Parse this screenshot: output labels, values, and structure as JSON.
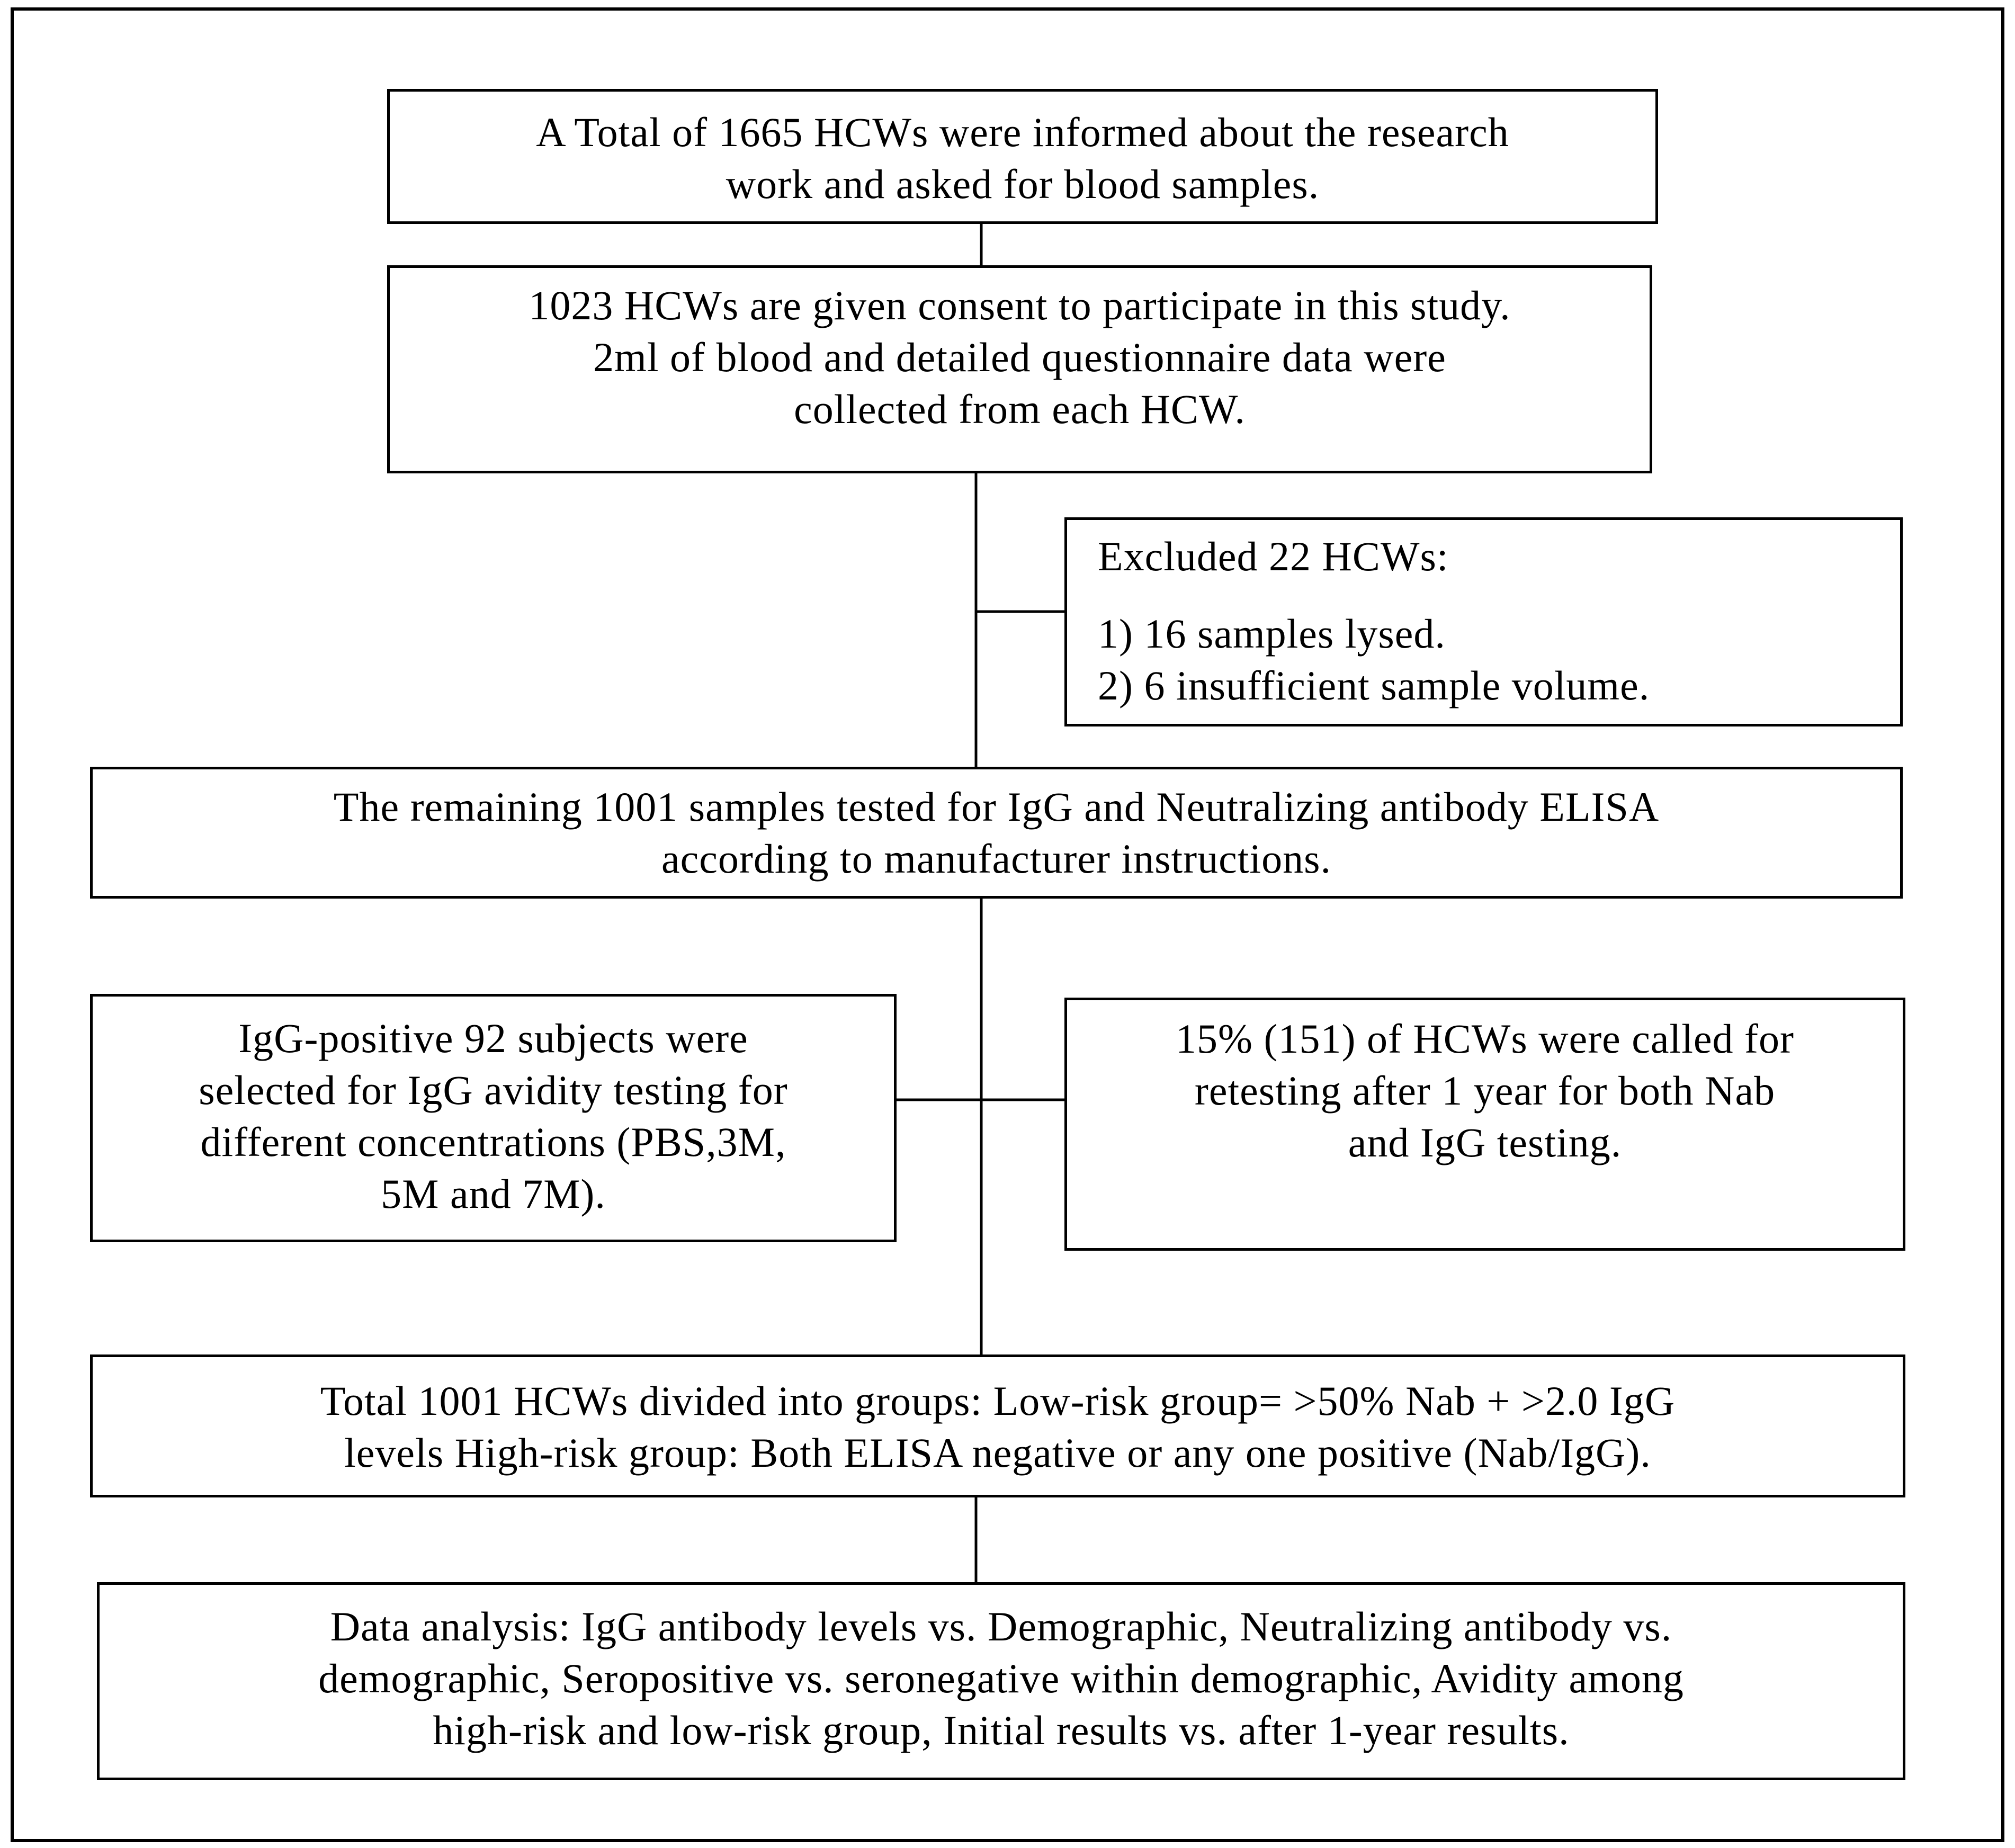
{
  "boxes": {
    "informed": {
      "lines": [
        "A Total of 1665 HCWs were informed about the research",
        "work and asked for blood samples."
      ]
    },
    "consent": {
      "lines": [
        "1023 HCWs are given consent to participate in this study.",
        "2ml of blood and detailed questionnaire data were",
        "collected from each HCW."
      ]
    },
    "excluded": {
      "lines": [
        "Excluded 22 HCWs:",
        "1) 16 samples lysed.",
        "2)  6 insufficient sample volume."
      ]
    },
    "remaining": {
      "lines": [
        "The remaining 1001 samples tested for IgG and Neutralizing antibody ELISA",
        "according to manufacturer instructions."
      ]
    },
    "avidity": {
      "lines": [
        "IgG-positive 92 subjects were",
        "selected for IgG avidity testing for",
        "different concentrations (PBS,3M,",
        "5M and 7M)."
      ]
    },
    "retesting": {
      "lines": [
        "15% (151) of HCWs were called for",
        "retesting after 1 year for both Nab",
        "and IgG testing."
      ]
    },
    "groups": {
      "lines": [
        "Total 1001 HCWs divided into groups: Low-risk group= >50% Nab + >2.0 IgG",
        "levels High-risk group: Both ELISA negative or any one positive (Nab/IgG)."
      ]
    },
    "analysis": {
      "lines": [
        "Data analysis: IgG antibody levels vs. Demographic, Neutralizing antibody vs.",
        "demographic, Seropositive vs. seronegative within demographic, Avidity among",
        "high-risk and low-risk group, Initial results vs. after 1-year results."
      ]
    }
  }
}
